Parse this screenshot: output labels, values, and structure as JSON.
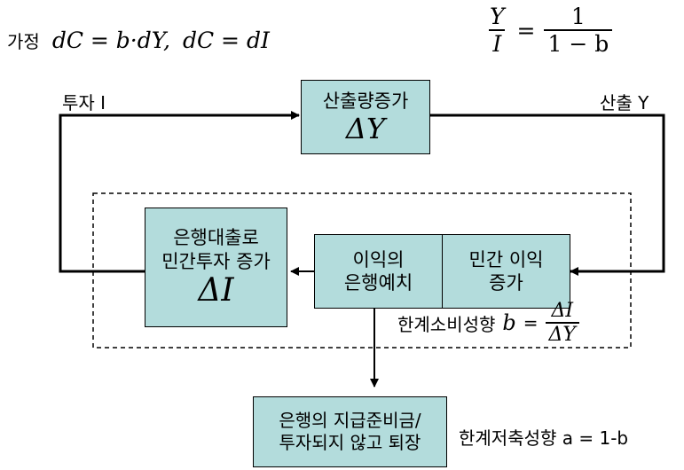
{
  "assumption": {
    "label": "가정",
    "eq1": "dC = b·dY,",
    "eq2": "dC = dI"
  },
  "ratio": {
    "lhs_num": "Y",
    "lhs_den": "I",
    "equals": "=",
    "rhs_num": "1",
    "rhs_den": "1 − b"
  },
  "labels": {
    "investment": "투자 I",
    "output": "산출 Y"
  },
  "boxes": {
    "output_increase": {
      "line1": "산출량증가",
      "delta": "ΔY"
    },
    "bank_lending": {
      "line1": "은행대출로",
      "line2": "민간투자 증가",
      "delta": "ΔI"
    },
    "profit_deposit": {
      "line1": "이익의",
      "line2": "은행예치"
    },
    "private_profit": {
      "line1": "민간 이익",
      "line2": "증가"
    },
    "reserve": {
      "line1": "은행의 지급준비금/",
      "line2": "투자되지 않고 퇴장"
    }
  },
  "mpc": {
    "label": "한계소비성향",
    "symbol": "b",
    "equals": "=",
    "num": "ΔI",
    "den": "ΔY"
  },
  "mps": {
    "label": "한계저축성향 a = 1-b"
  }
}
